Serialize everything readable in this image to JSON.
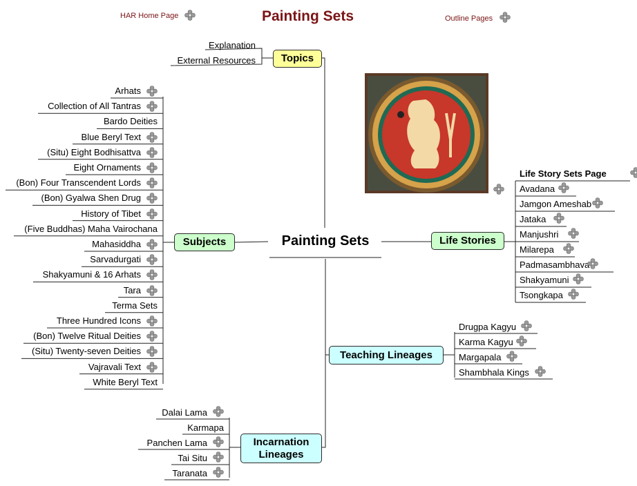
{
  "header": {
    "title": "Painting Sets",
    "har_home": "HAR Home Page",
    "outline_pages": "Outline Pages"
  },
  "central": {
    "label": "Painting Sets"
  },
  "topics": {
    "label": "Topics",
    "items": [
      "Explanation",
      "External Resources"
    ]
  },
  "subjects": {
    "label": "Subjects",
    "items": [
      "Arhats",
      "Collection of All Tantras",
      "Bardo Deities",
      "Blue Beryl Text",
      "(Situ) Eight Bodhisattva",
      "Eight Ornaments",
      "(Bon) Four Transcendent Lords",
      "(Bon) Gyalwa Shen Drug",
      "History of Tibet",
      "(Five Buddhas) Maha Vairochana",
      "Mahasiddha",
      "Sarvadurgati",
      "Shakyamuni & 16 Arhats",
      "Tara",
      "Terma Sets",
      "Three Hundred Icons",
      "(Bon) Twelve Ritual Deities",
      "(Situ) Twenty-seven Deities",
      "Vajravali Text",
      "White Beryl Text"
    ]
  },
  "life_stories": {
    "label": "Life Stories",
    "items": [
      "Life Story Sets Page",
      "Avadana",
      "Jamgon Ameshab",
      "Jataka",
      "Manjushri",
      "Milarepa",
      "Padmasambhava",
      "Shakyamuni",
      "Tsongkapa"
    ]
  },
  "teaching": {
    "label": "Teaching Lineages",
    "items": [
      "Drugpa Kagyu",
      "Karma Kagyu",
      "Margapala",
      "Shambhala Kings"
    ]
  },
  "incarnation": {
    "label": "Incarnation Lineages",
    "items": [
      "Dalai Lama",
      "Karmapa",
      "Panchen Lama",
      "Tai Situ",
      "Taranata"
    ]
  },
  "colors": {
    "title": "#7a1416",
    "topics": "#ffff99",
    "green": "#ccffcc",
    "cyan": "#ccffff"
  },
  "icons": {
    "link": "link-icon"
  }
}
